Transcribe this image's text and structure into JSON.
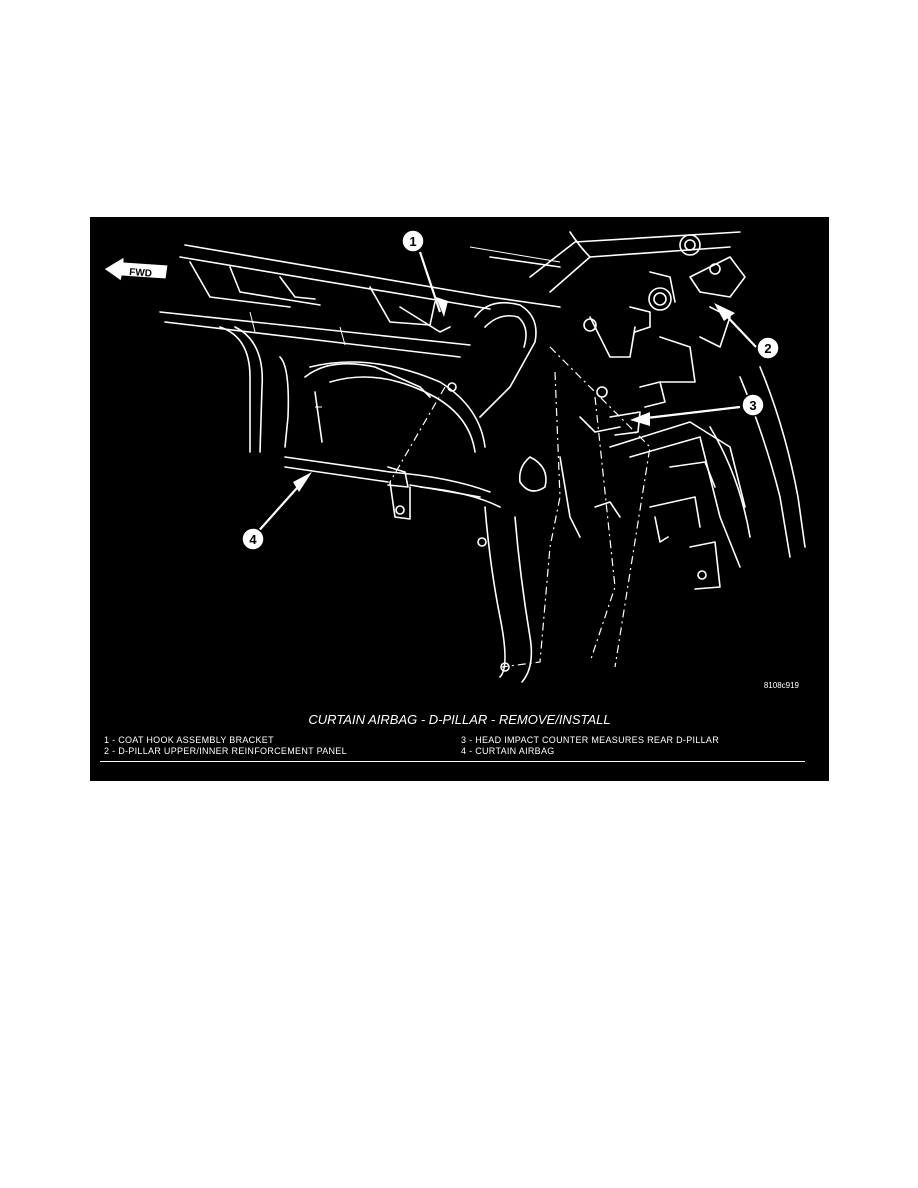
{
  "figure": {
    "direction_label": "FWD",
    "figure_id": "8108c919",
    "title": "CURTAIN AIRBAG - D-PILLAR - REMOVE/INSTALL",
    "callouts": [
      "1",
      "2",
      "3",
      "4"
    ],
    "legend": [
      {
        "number": "1",
        "text": "1 - COAT HOOK ASSEMBLY BRACKET"
      },
      {
        "number": "2",
        "text": "2 - D-PILLAR UPPER/INNER REINFORCEMENT PANEL"
      },
      {
        "number": "3",
        "text": "3 - HEAD IMPACT COUNTER MEASURES REAR D-PILLAR"
      },
      {
        "number": "4",
        "text": "4 - CURTAIN AIRBAG"
      }
    ]
  }
}
